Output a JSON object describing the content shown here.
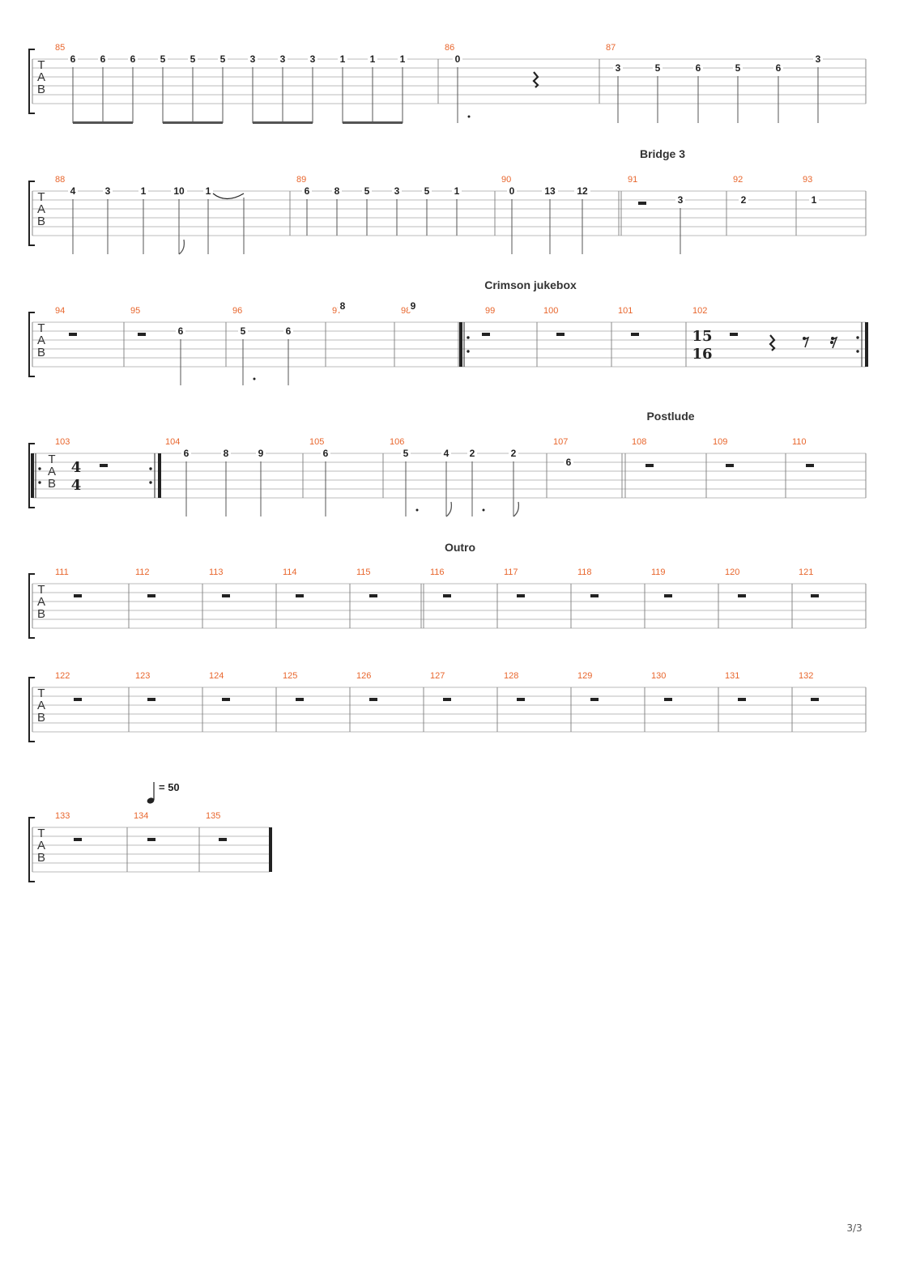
{
  "document": {
    "page_number": "3/3",
    "instrument_clef": [
      "T",
      "A",
      "B"
    ],
    "tempo": {
      "icon": "quarter-note-icon",
      "text": "= 50"
    },
    "colors": {
      "measure_number": "#e8662d",
      "lines": "#bbbbbb",
      "ink": "#222222"
    }
  },
  "systems": [
    {
      "id": "s1",
      "measures": [
        {
          "num": "85",
          "frets": [
            "6",
            "6",
            "6",
            "5",
            "5",
            "5",
            "3",
            "3",
            "3",
            "1",
            "1",
            "1"
          ]
        },
        {
          "num": "86",
          "frets": [
            "0"
          ],
          "rests": [
            "quarter"
          ]
        },
        {
          "num": "87",
          "frets": [
            "3",
            "5",
            "6",
            "5",
            "6",
            "3"
          ]
        }
      ]
    },
    {
      "id": "s2",
      "section": "Bridge 3",
      "measures": [
        {
          "num": "88",
          "frets": [
            "4",
            "3",
            "1",
            "10",
            "1"
          ]
        },
        {
          "num": "89",
          "frets": [
            "6",
            "8",
            "5",
            "3",
            "5",
            "1"
          ]
        },
        {
          "num": "90",
          "frets": [
            "0",
            "13",
            "12"
          ]
        },
        {
          "num": "91",
          "frets": [
            "3"
          ],
          "rests": [
            "half"
          ]
        },
        {
          "num": "92",
          "frets": [
            "2"
          ]
        },
        {
          "num": "93",
          "frets": [
            "1"
          ]
        }
      ]
    },
    {
      "id": "s3",
      "section": "Crimson jukebox",
      "measures": [
        {
          "num": "94",
          "rests": [
            "half"
          ]
        },
        {
          "num": "95",
          "frets": [
            "6"
          ],
          "rests": [
            "half"
          ]
        },
        {
          "num": "96",
          "frets": [
            "5",
            "6"
          ]
        },
        {
          "num": "97",
          "frets": [
            "8"
          ]
        },
        {
          "num": "98",
          "frets": [
            "9"
          ]
        },
        {
          "num": "99",
          "rests": [
            "half"
          ]
        },
        {
          "num": "100",
          "rests": [
            "half"
          ]
        },
        {
          "num": "101",
          "rests": [
            "half"
          ]
        },
        {
          "num": "102",
          "time_signature": [
            "15",
            "16"
          ],
          "rests": [
            "half",
            "quarter",
            "eighth",
            "sixteenth"
          ]
        }
      ]
    },
    {
      "id": "s4",
      "section": "Postlude",
      "measures": [
        {
          "num": "103",
          "time_signature": [
            "4",
            "4"
          ],
          "rests": [
            "half"
          ]
        },
        {
          "num": "104",
          "frets": [
            "6",
            "8",
            "9"
          ]
        },
        {
          "num": "105",
          "frets": [
            "6"
          ]
        },
        {
          "num": "106",
          "frets": [
            "5",
            "4",
            "2",
            "2"
          ]
        },
        {
          "num": "107",
          "frets": [
            "6"
          ]
        },
        {
          "num": "108",
          "rests": [
            "half"
          ]
        },
        {
          "num": "109",
          "rests": [
            "half"
          ]
        },
        {
          "num": "110",
          "rests": [
            "half"
          ]
        }
      ]
    },
    {
      "id": "s5",
      "section": "Outro",
      "measures": [
        {
          "num": "111",
          "rests": [
            "half"
          ]
        },
        {
          "num": "112",
          "rests": [
            "half"
          ]
        },
        {
          "num": "113",
          "rests": [
            "half"
          ]
        },
        {
          "num": "114",
          "rests": [
            "half"
          ]
        },
        {
          "num": "115",
          "rests": [
            "half"
          ]
        },
        {
          "num": "116",
          "rests": [
            "half"
          ]
        },
        {
          "num": "117",
          "rests": [
            "half"
          ]
        },
        {
          "num": "118",
          "rests": [
            "half"
          ]
        },
        {
          "num": "119",
          "rests": [
            "half"
          ]
        },
        {
          "num": "120",
          "rests": [
            "half"
          ]
        },
        {
          "num": "121",
          "rests": [
            "half"
          ]
        }
      ]
    },
    {
      "id": "s6",
      "measures": [
        {
          "num": "122",
          "rests": [
            "half"
          ]
        },
        {
          "num": "123",
          "rests": [
            "half"
          ]
        },
        {
          "num": "124",
          "rests": [
            "half"
          ]
        },
        {
          "num": "125",
          "rests": [
            "half"
          ]
        },
        {
          "num": "126",
          "rests": [
            "half"
          ]
        },
        {
          "num": "127",
          "rests": [
            "half"
          ]
        },
        {
          "num": "128",
          "rests": [
            "half"
          ]
        },
        {
          "num": "129",
          "rests": [
            "half"
          ]
        },
        {
          "num": "130",
          "rests": [
            "half"
          ]
        },
        {
          "num": "131",
          "rests": [
            "half"
          ]
        },
        {
          "num": "132",
          "rests": [
            "half"
          ]
        }
      ]
    },
    {
      "id": "s7",
      "measures": [
        {
          "num": "133",
          "rests": [
            "half"
          ]
        },
        {
          "num": "134",
          "rests": [
            "half"
          ]
        },
        {
          "num": "135",
          "rests": [
            "half"
          ]
        }
      ]
    }
  ]
}
